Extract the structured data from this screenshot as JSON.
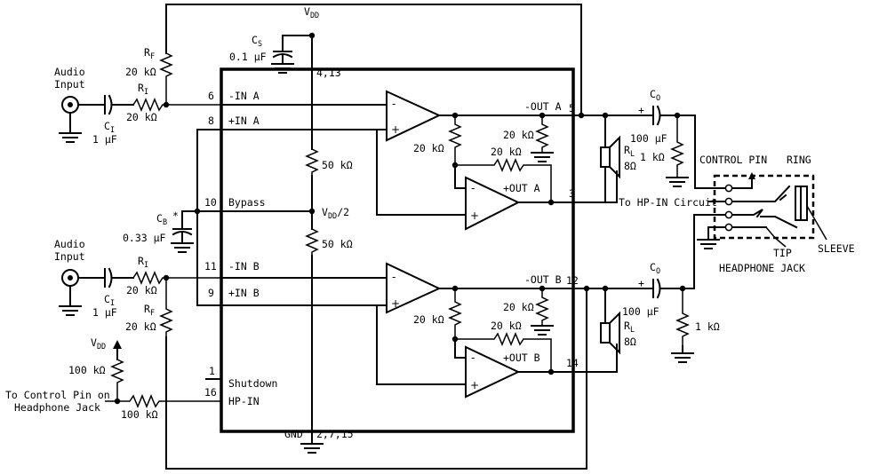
{
  "supply": {
    "vdd": "V",
    "vdd_sub": "DD",
    "gnd": "GND",
    "gnd_pins": "2,7,15",
    "vdd_pins": "4,13"
  },
  "caps": {
    "cs": "C",
    "cs_sub": "S",
    "cs_val": "0.1 µF",
    "cb": "C",
    "cb_sub": "B",
    "cb_star": "*",
    "cb_val": "0.33 µF",
    "ci_a": "C",
    "ci_a_sub": "I",
    "ci_a_val": "1 µF",
    "ci_b": "C",
    "ci_b_sub": "I",
    "ci_b_val": "1 µF",
    "co_a": "C",
    "co_a_sub": "O",
    "co_a_val": "100 µF",
    "co_b": "C",
    "co_b_sub": "O",
    "co_b_val": "100 µF"
  },
  "resistors": {
    "rf_a": "R",
    "rf_a_sub": "F",
    "rf_a_val": "20 kΩ",
    "ri_a": "R",
    "ri_a_sub": "I",
    "ri_a_val": "20 kΩ",
    "ri_b": "R",
    "ri_b_sub": "I",
    "ri_b_val": "20 kΩ",
    "rf_b": "R",
    "rf_b_sub": "F",
    "rf_b_val": "20 kΩ",
    "div_top": "50 kΩ",
    "div_bot": "50 kΩ",
    "int_a1": "20 kΩ",
    "int_a2": "20 kΩ",
    "int_a3": "20 kΩ",
    "int_b1": "20 kΩ",
    "int_b2": "20 kΩ",
    "int_b3": "20 kΩ",
    "load_a": "1 kΩ",
    "load_b": "1 kΩ",
    "pullup": "100 kΩ",
    "series": "100 kΩ",
    "rl_a": "R",
    "rl_a_sub": "L",
    "rl_a_val": "8Ω",
    "rl_b": "R",
    "rl_b_sub": "L",
    "rl_b_val": "8Ω"
  },
  "pins": {
    "p6": "6",
    "p8": "8",
    "p10": "10",
    "p11": "11",
    "p9": "9",
    "p1": "1",
    "p16": "16",
    "p5": "5",
    "p3": "3",
    "p12": "12",
    "p14": "14",
    "in_a_neg": "-IN A",
    "in_a_pos": "+IN A",
    "bypass": "Bypass",
    "in_b_neg": "-IN B",
    "in_b_pos": "+IN B",
    "shutdown": "Shutdown",
    "hp_in": "HP-IN",
    "out_a_neg": "-OUT A",
    "out_a_pos": "+OUT A",
    "out_b_neg": "-OUT B",
    "out_b_pos": "+OUT B",
    "vdd_half": "V",
    "vdd_half_sub": "DD",
    "vdd_half_tail": "/2"
  },
  "inputs": {
    "audio_a_1": "Audio",
    "audio_a_2": "Input",
    "audio_b_1": "Audio",
    "audio_b_2": "Input"
  },
  "control": {
    "vdd": "V",
    "vdd_sub": "DD",
    "to_ctrl_1": "To Control Pin on",
    "to_ctrl_2": "Headphone Jack"
  },
  "jack": {
    "control_pin": "CONTROL PIN",
    "ring": "RING",
    "to_hp_in": "To HP-IN Circuit",
    "tip": "TIP",
    "headphone_jack": "HEADPHONE JACK",
    "sleeve": "SLEEVE"
  },
  "opamp_signs": {
    "minus": "-",
    "plus": "+"
  }
}
